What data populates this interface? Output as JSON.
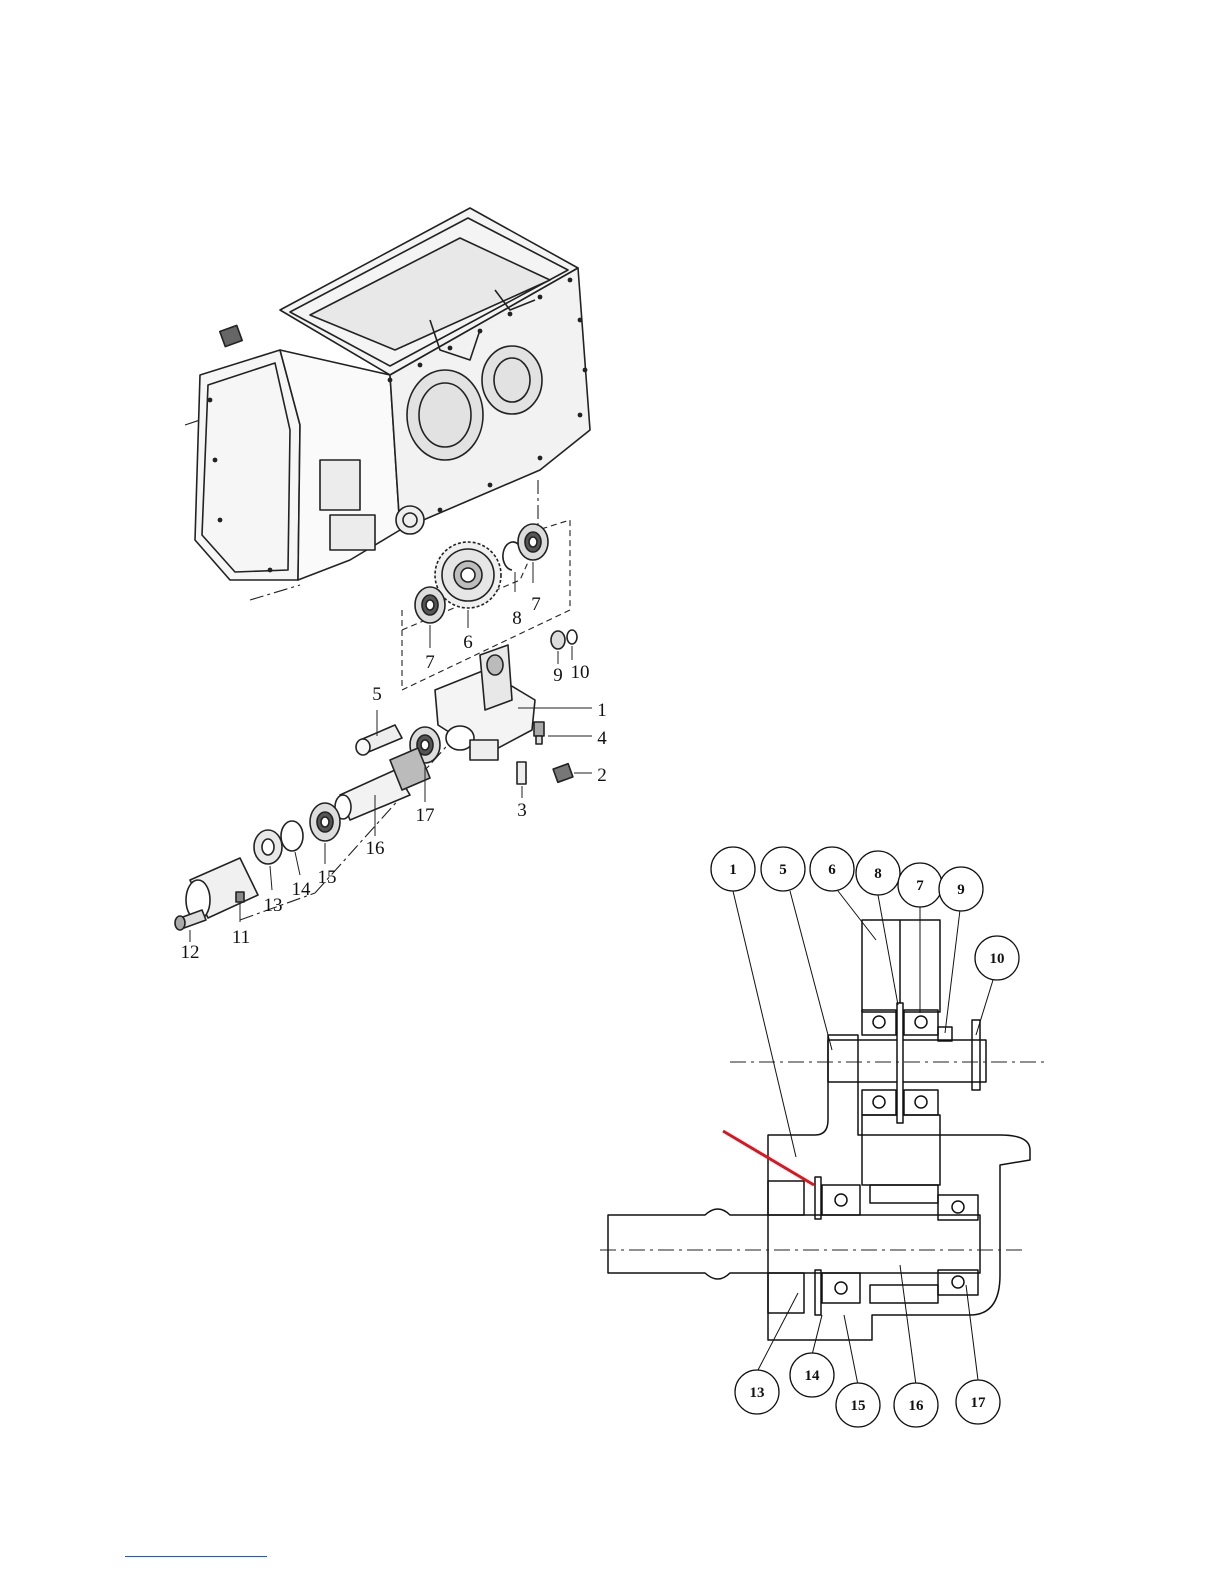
{
  "exploded_view": {
    "labels": [
      {
        "id": "1",
        "text": "1"
      },
      {
        "id": "2",
        "text": "2"
      },
      {
        "id": "3",
        "text": "3"
      },
      {
        "id": "4",
        "text": "4"
      },
      {
        "id": "5",
        "text": "5"
      },
      {
        "id": "6",
        "text": "6"
      },
      {
        "id": "7a",
        "text": "7"
      },
      {
        "id": "7b",
        "text": "7"
      },
      {
        "id": "8",
        "text": "8"
      },
      {
        "id": "9",
        "text": "9"
      },
      {
        "id": "10",
        "text": "10"
      },
      {
        "id": "11",
        "text": "11"
      },
      {
        "id": "12",
        "text": "12"
      },
      {
        "id": "13",
        "text": "13"
      },
      {
        "id": "14",
        "text": "14"
      },
      {
        "id": "15",
        "text": "15"
      },
      {
        "id": "16",
        "text": "16"
      },
      {
        "id": "17",
        "text": "17"
      }
    ]
  },
  "section_view": {
    "callouts": [
      {
        "id": "1",
        "text": "1"
      },
      {
        "id": "5",
        "text": "5"
      },
      {
        "id": "6",
        "text": "6"
      },
      {
        "id": "8",
        "text": "8"
      },
      {
        "id": "7",
        "text": "7"
      },
      {
        "id": "9",
        "text": "9"
      },
      {
        "id": "10",
        "text": "10"
      },
      {
        "id": "13",
        "text": "13"
      },
      {
        "id": "14",
        "text": "14"
      },
      {
        "id": "15",
        "text": "15"
      },
      {
        "id": "16",
        "text": "16"
      },
      {
        "id": "17",
        "text": "17"
      }
    ],
    "highlight_color": "#e0141e"
  },
  "footer": {
    "rule_color": "#2b4fd6"
  }
}
